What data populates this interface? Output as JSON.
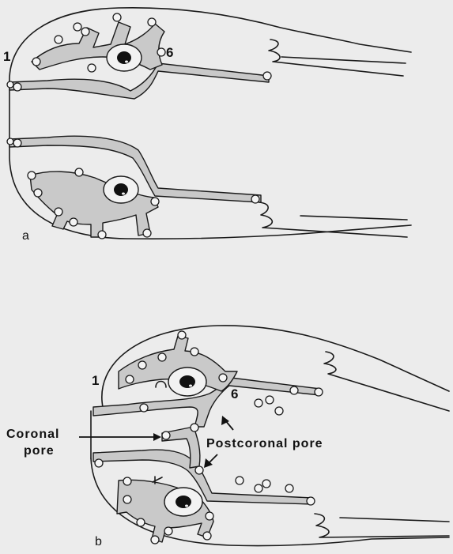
{
  "figure_a": {
    "label": "a",
    "pore_number_left": "1",
    "pore_number_right": "6"
  },
  "figure_b": {
    "label": "b",
    "pore_number_left": "1",
    "pore_number_right": "6",
    "coronal_pore_line1": "Coronal",
    "coronal_pore_line2": "pore",
    "postcoronal_pore": "Postcoronal pore"
  },
  "colors": {
    "background": "#ececec",
    "canal_fill": "#c9c9c9",
    "ink": "#1a1a1a"
  }
}
